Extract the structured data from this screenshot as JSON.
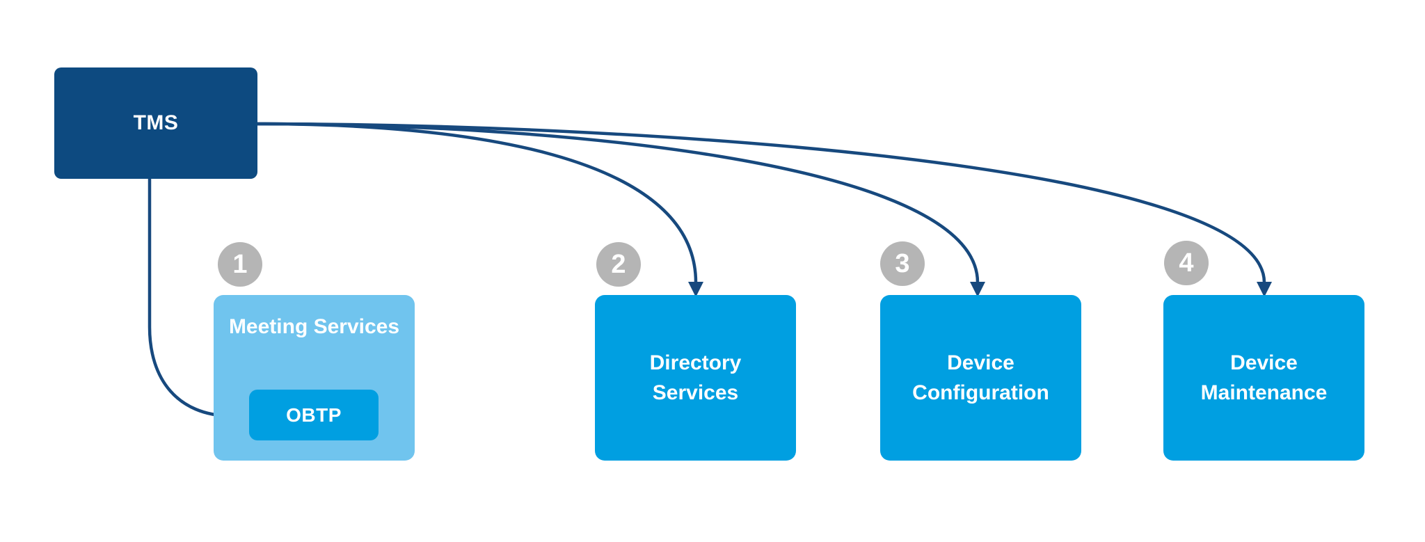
{
  "diagram": {
    "root": {
      "label": "TMS"
    },
    "services": [
      {
        "badge": "1",
        "label": "Meeting Services",
        "child": {
          "label": "OBTP"
        }
      },
      {
        "badge": "2",
        "label": "Directory Services"
      },
      {
        "badge": "3",
        "label": "Device Configuration"
      },
      {
        "badge": "4",
        "label": "Device Maintenance"
      }
    ],
    "connections": [
      {
        "from": "TMS",
        "to": "OBTP"
      },
      {
        "from": "TMS",
        "to": "Directory Services"
      },
      {
        "from": "TMS",
        "to": "Device Configuration"
      },
      {
        "from": "TMS",
        "to": "Device Maintenance"
      }
    ],
    "colors": {
      "root_fill": "#0d4a80",
      "service_fill": "#009fe1",
      "service_light_fill": "#70c4ee",
      "connector": "#17497e",
      "badge_fill": "#b5b5b5",
      "label_text": "#ffffff"
    }
  }
}
